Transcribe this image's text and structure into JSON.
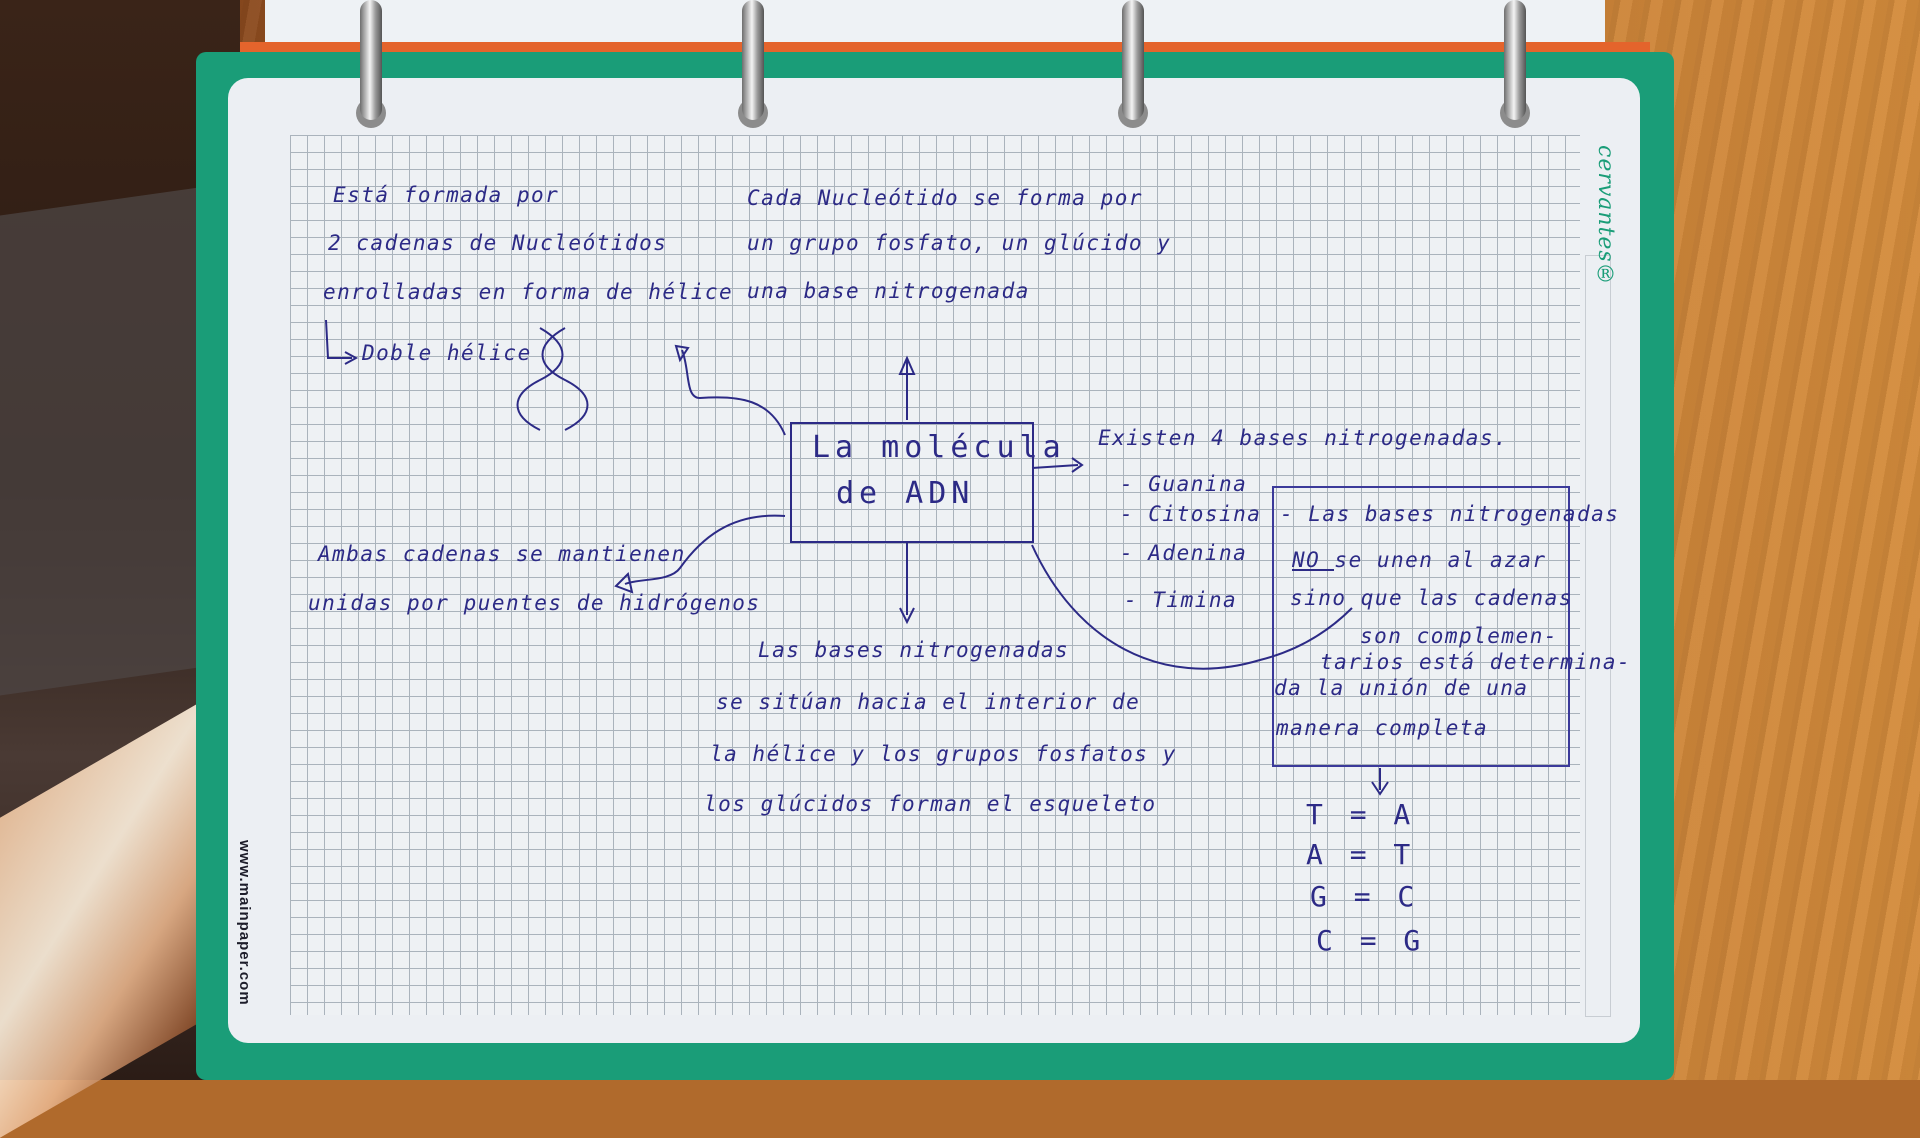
{
  "paper": {
    "brand": "cervantes®",
    "website": "www.mainpaper.com"
  },
  "notes": {
    "top_left": [
      "Está formada por",
      "2 cadenas de Nucleótidos",
      "enrolladas en forma de hélice"
    ],
    "double_helix": "Doble hélice",
    "top_center": [
      "Cada Nucleótido se forma por",
      "un grupo fosfato, un glúcido y",
      "una base nitrogenada"
    ],
    "central": [
      "La molécula",
      "de ADN"
    ],
    "left": [
      "Ambas cadenas se mantienen",
      "unidas por puentes de hidrógenos"
    ],
    "right_title": "Existen 4 bases nitrogenadas.",
    "bases": [
      "- Guanina",
      "- Citosina",
      "- Adenina",
      "- Timina"
    ],
    "box": [
      "- Las bases nitrogenadas",
      "NO se unen al azar",
      "sino que las cadenas",
      "son complemen-",
      "tarios está determina-",
      "da la unión de una",
      "manera completa"
    ],
    "bottom_center": [
      "Las bases nitrogenadas",
      "se sitúan hacia el interior de",
      "la hélice y los grupos fosfatos y",
      "los glúcidos forman el esqueleto"
    ],
    "pairs": [
      "T = A",
      "A = T",
      "G = C",
      "C = G"
    ]
  }
}
